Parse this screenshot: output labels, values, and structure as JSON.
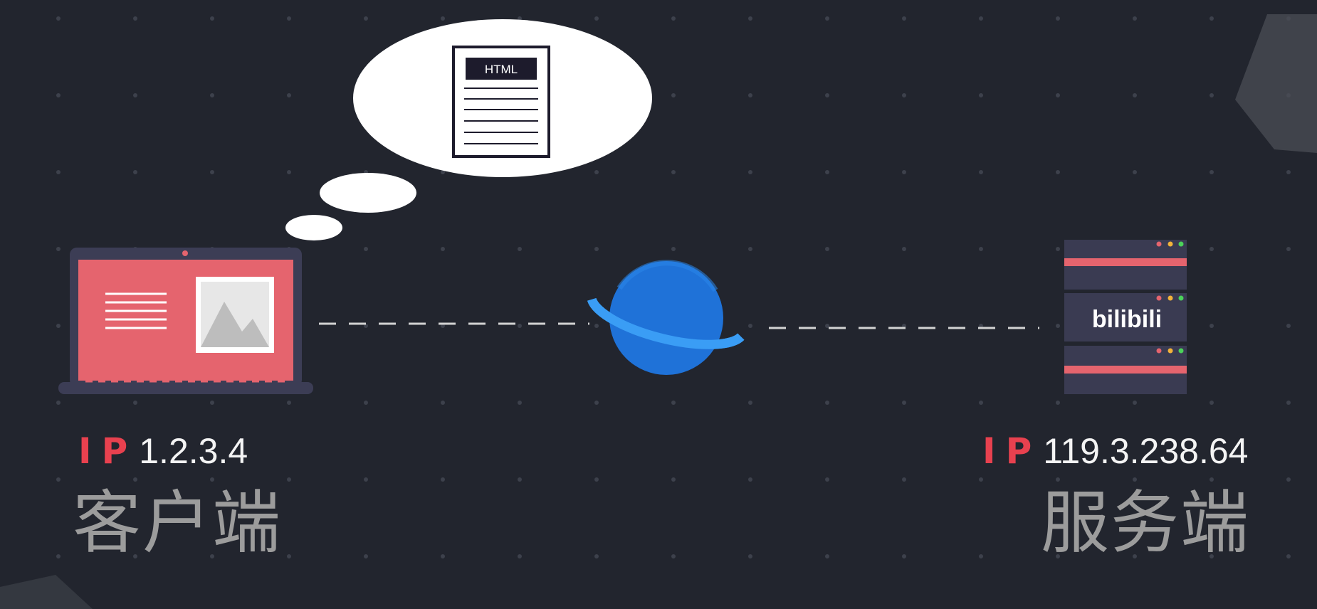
{
  "client": {
    "ip_label": "IP",
    "ip_value": "1.2.3.4",
    "role": "客户端"
  },
  "server": {
    "ip_label": "IP",
    "ip_value": "119.3.238.64",
    "role": "服务端",
    "brand_logo": "bilibili"
  },
  "thought": {
    "document_label": "HTML"
  },
  "icons": [
    "laptop-icon",
    "document-icon",
    "internet-planet-icon",
    "server-rack-icon"
  ],
  "colors": {
    "background": "#22252e",
    "accent_red": "#e8414f",
    "screen_red": "#e5646e",
    "planet_blue": "#1f72d8",
    "text_white": "#f4f4f4",
    "text_gray": "#9c9c9c"
  }
}
